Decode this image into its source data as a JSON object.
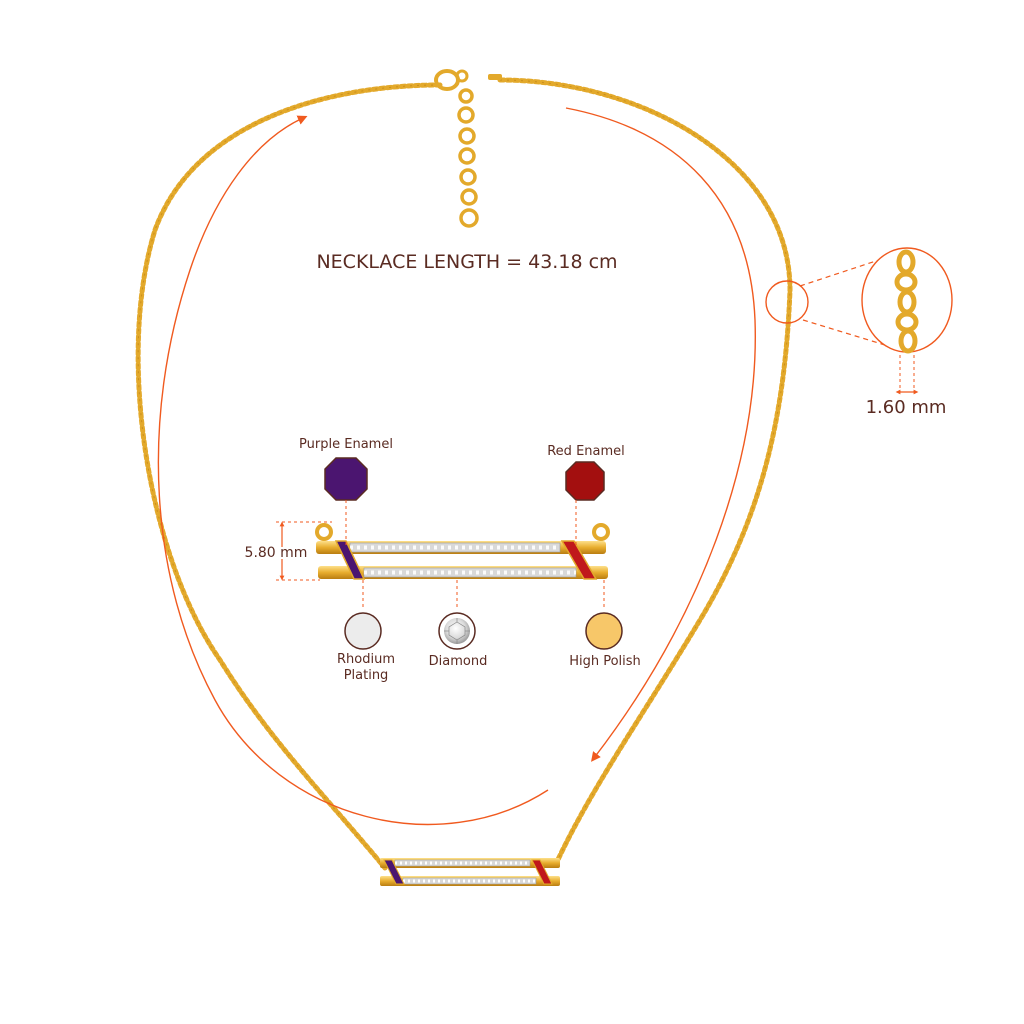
{
  "necklace": {
    "length_label": "NECKLACE LENGTH = 43.18 cm",
    "chain_width_label": "1.60 mm",
    "pendant_height_label": "5.80 mm"
  },
  "callouts": {
    "purple_enamel": {
      "label": "Purple Enamel",
      "color": "#4b1570"
    },
    "red_enamel": {
      "label": "Red Enamel",
      "color": "#a30f0f"
    },
    "rhodium_plating": {
      "label_line1": "Rhodium",
      "label_line2": "Plating",
      "color": "#ececec"
    },
    "diamond": {
      "label": "Diamond",
      "color": "#ffffff"
    },
    "high_polish": {
      "label": "High Polish",
      "color": "#f7c769"
    }
  },
  "colors": {
    "gold": "#e3a92b",
    "gold_light": "#f6cf5e",
    "accent_orange": "#f05a1f",
    "text_brown": "#5a2b22"
  }
}
